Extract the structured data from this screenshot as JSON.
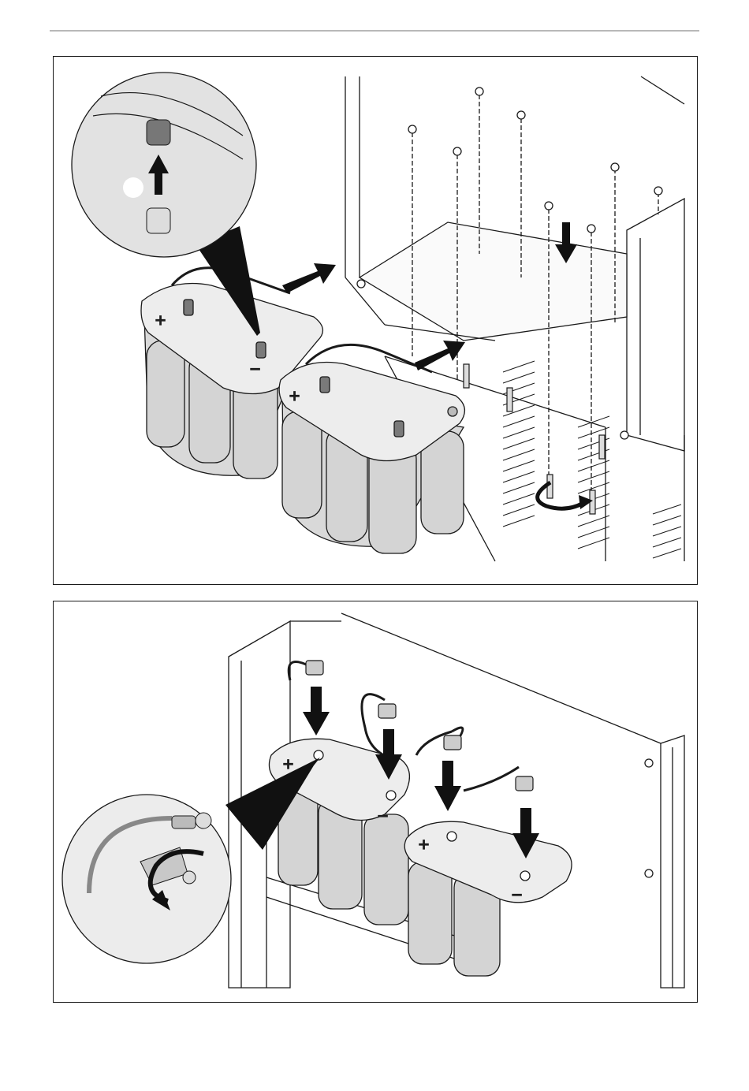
{
  "page": {
    "header_rule": "gray",
    "figures": [
      {
        "id": "figure-1",
        "description_icons": [
          "terminal-cap-icon",
          "install-arrow-icon",
          "screw-down-arrow-icon",
          "rotate-arrow-icon"
        ],
        "battery_labels": {
          "plus": "+",
          "minus": "−"
        }
      },
      {
        "id": "figure-2",
        "description_icons": [
          "cable-terminal-icon",
          "connect-arrow-icon",
          "tighten-arrow-icon"
        ],
        "battery_labels": {
          "plus": "+",
          "minus": "−"
        }
      }
    ]
  },
  "colors": {
    "line": "#1a1a1a",
    "battery_fill": "#d9d9d9",
    "battery_top": "#ededed",
    "terminal_dark": "#7a7a7a",
    "magnifier_fill": "#e2e2e2",
    "arrow": "#111111"
  }
}
